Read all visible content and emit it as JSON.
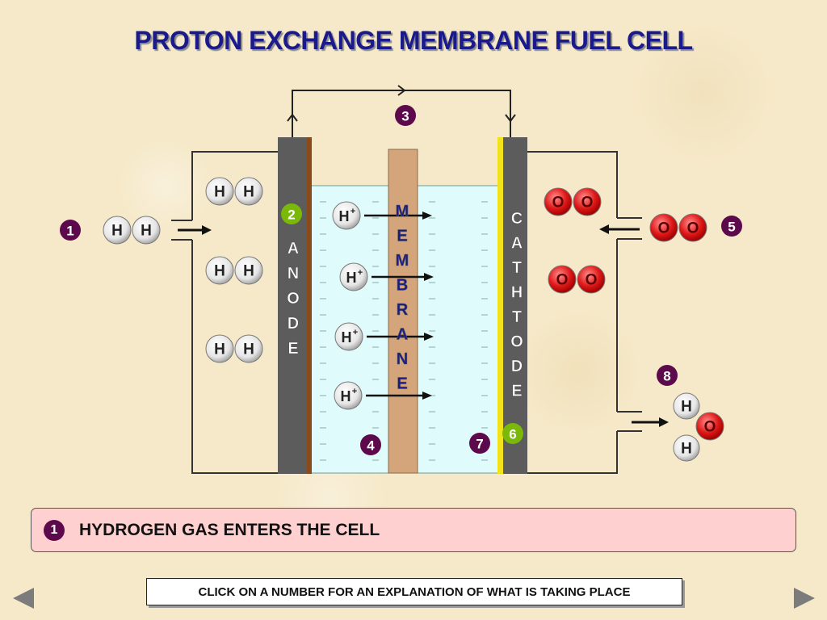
{
  "title": "PROTON EXCHANGE MEMBRANE FUEL CELL",
  "labels": {
    "anode": [
      "A",
      "N",
      "O",
      "D",
      "E"
    ],
    "membrane": [
      "M",
      "E",
      "M",
      "B",
      "R",
      "A",
      "N",
      "E"
    ],
    "cathode": [
      "C",
      "A",
      "T",
      "H",
      "T",
      "O",
      "D",
      "E"
    ]
  },
  "atoms": {
    "hydrogen": "H",
    "oxygen": "O",
    "proton": "H",
    "proton_charge": "+"
  },
  "step_numbers": [
    "1",
    "2",
    "3",
    "4",
    "5",
    "6",
    "7",
    "8"
  ],
  "caption": {
    "number": "1",
    "text": "HYDROGEN GAS ENTERS THE CELL"
  },
  "instruction": "CLICK ON A NUMBER FOR AN EXPLANATION OF WHAT IS TAKING PLACE",
  "colors": {
    "title": "#1a1a8c",
    "step_badge": "#5c0a4c",
    "step_badge_anode": "#7ab80a",
    "caption_bg": "#ffd0d0",
    "oxygen": "#e01a1a",
    "electrolyte": "#e0fbfb",
    "membrane": "#d4a57a",
    "electrode": "#5c5c5c",
    "catalyst_cathode": "#f2e21a",
    "catalyst_anode": "#8a4a1a"
  },
  "icons": {
    "prev": "left-triangle-icon",
    "next": "right-triangle-icon"
  }
}
